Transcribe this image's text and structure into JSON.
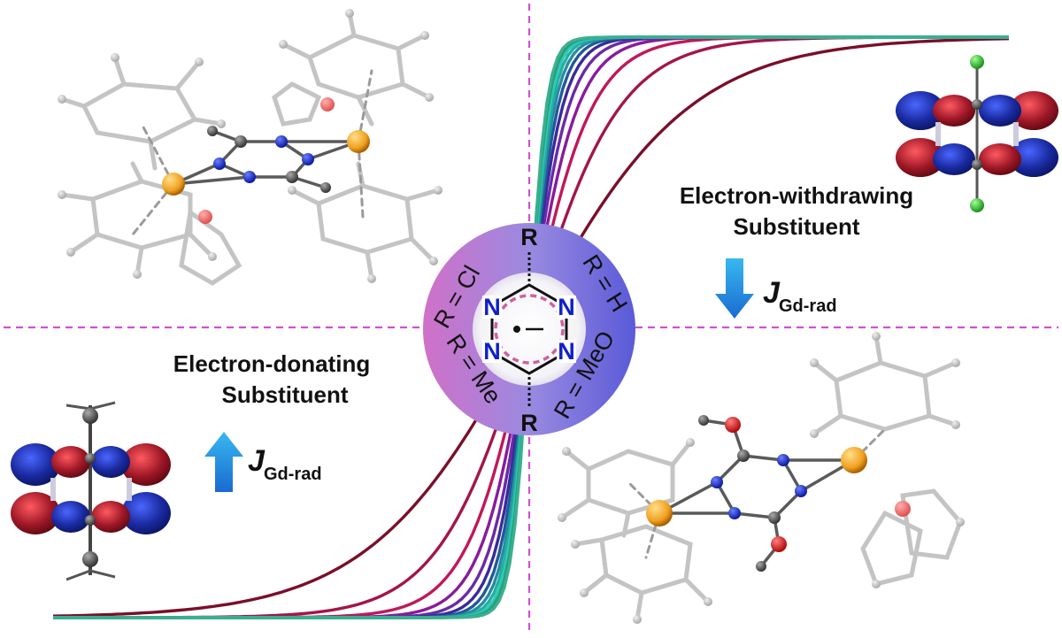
{
  "text": {
    "ewg_line1": "Electron-withdrawing",
    "ewg_line2": "Substituent",
    "edg_line1": "Electron-donating",
    "edg_line2": "Substituent",
    "j_symbol": "J",
    "j_subscript": "Gd-rad"
  },
  "ring": {
    "substituent_top": "R",
    "substituent_bottom": "R",
    "labels": [
      "R = Cl",
      "R = H",
      "R = Me",
      "R = MeO"
    ],
    "nitrogen": "N"
  },
  "colors": {
    "divider": "#d34fd3",
    "arrow_up": "#1a73c9",
    "arrow_down": "#1a73c9",
    "nitrogen": "#1020c8",
    "ring_dashed": "#d060a0",
    "lobe_blue": "#1a2aa0",
    "lobe_red": "#a01828",
    "gd_atom": "#f0a020",
    "o_atom": "#e02020",
    "n_atom": "#1a2ad0",
    "cl_atom": "#38c030"
  },
  "curve_colors": [
    "#7a0f2a",
    "#a3154a",
    "#c0185a",
    "#8a1a9c",
    "#6a2aa8",
    "#3a2a9a",
    "#1e5a9a",
    "#2a8aa0",
    "#20b0a0",
    "#30c8c0",
    "#28a070",
    "#3ab090"
  ]
}
